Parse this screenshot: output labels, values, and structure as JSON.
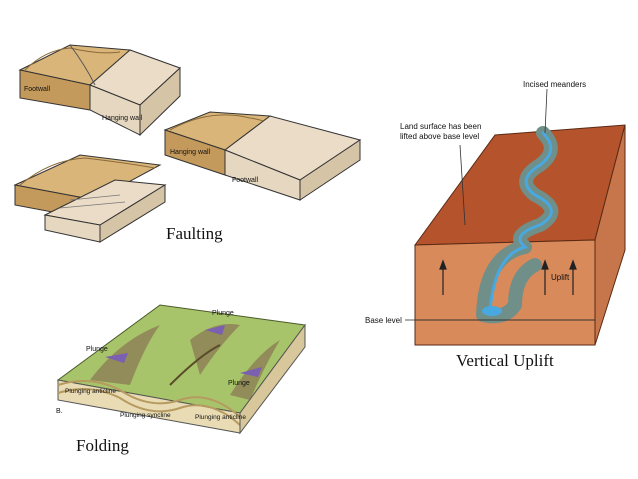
{
  "faulting": {
    "caption": "Faulting",
    "labels": {
      "footwall_a": "Footwall",
      "hanging_wall_a": "Hanging wall",
      "hanging_wall_b": "Hanging wall",
      "footwall_b": "Footwall"
    }
  },
  "folding": {
    "caption": "Folding",
    "labels": {
      "plunge_top": "Plunge",
      "plunge_left": "Plunge",
      "plunge_right": "Plunge",
      "plunging_anticline_left": "Plunging anticline",
      "plunging_syncline": "Plunging syncline",
      "plunging_anticline_right": "Plunging anticline",
      "panel_letter": "B."
    }
  },
  "uplift": {
    "caption": "Vertical Uplift",
    "labels": {
      "incised_meanders": "Incised meanders",
      "land_surface": "Land surface has been lifted above base level",
      "uplift": "Uplift",
      "base_level": "Base level"
    }
  },
  "colors": {
    "tan_top": "#d9b57a",
    "tan_side": "#c49a5c",
    "rock_top": "#b5532c",
    "rock_side": "#d98a5a",
    "water": "#4aa8e0",
    "fold_green": "#a8c46a",
    "fold_purple": "#7b5fb0"
  }
}
